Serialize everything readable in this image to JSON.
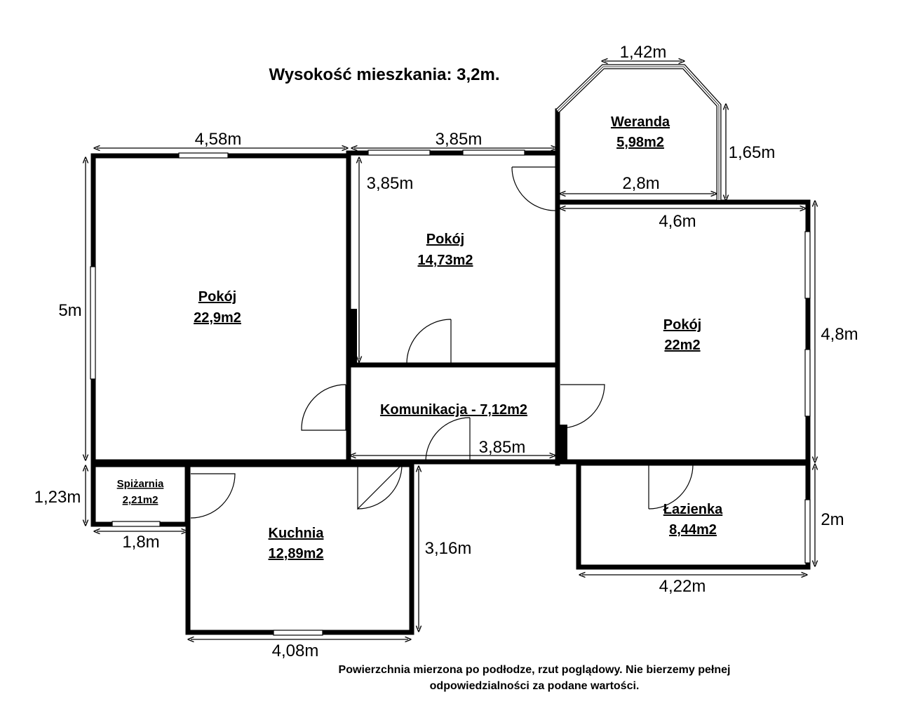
{
  "title": "Wysokość mieszkania: 3,2m.",
  "rooms": {
    "pokoj_left": {
      "name": "Pokój",
      "area": "22,9m2"
    },
    "pokoj_mid": {
      "name": "Pokój",
      "area": "14,73m2"
    },
    "weranda": {
      "name": "Weranda",
      "area": "5,98m2"
    },
    "pokoj_right": {
      "name": "Pokój",
      "area": "22m2"
    },
    "komunikacja": {
      "name": "Komunikacja - 7,12m2"
    },
    "spizarnia": {
      "name": "Spiżarnia",
      "area": "2,21m2"
    },
    "kuchnia": {
      "name": "Kuchnia",
      "area": "12,89m2"
    },
    "lazienka": {
      "name": "Łazienka",
      "area": "8,44m2"
    }
  },
  "dimensions": {
    "left_top": "4,58m",
    "left_side": "5m",
    "mid_top": "3,85m",
    "mid_side": "3,85m",
    "weranda_top": "1,42m",
    "weranda_side": "1,65m",
    "weranda_bottom": "2,8m",
    "right_top": "4,6m",
    "right_side": "4,8m",
    "komunikacja": "3,85m",
    "spizarnia_side": "1,23m",
    "spizarnia_bottom": "1,8m",
    "kuchnia_side": "3,16m",
    "kuchnia_bottom": "4,08m",
    "lazienka_side": "2m",
    "lazienka_bottom": "4,22m"
  },
  "note": {
    "line1": "Powierzchnia mierzona po podłodze, rzut poglądowy. Nie bierzemy pełnej",
    "line2": "odpowiedzialności za podane wartości."
  }
}
